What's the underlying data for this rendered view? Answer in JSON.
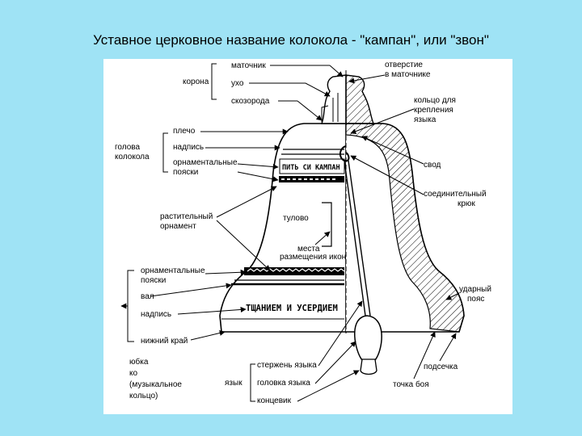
{
  "title": "Уставное церковное название колокола - \"кампан\", или \"звон\"",
  "labels": {
    "matochnik": "маточник",
    "uho": "ухо",
    "skozoroda": "скозорода",
    "korona": "корона",
    "otverstie_1": "отверстие",
    "otverstie_2": "в маточнике",
    "kolco_1": "кольцо для",
    "kolco_2": "крепления",
    "kolco_3": "языка",
    "plecho": "плечо",
    "nadpis_top": "надпись",
    "ornament_top_1": "орнаментальные",
    "ornament_top_2": "пояски",
    "golova_1": "голова",
    "golova_2": "колокола",
    "svod": "свод",
    "soedin_1": "соединительный",
    "soedin_2": "крюк",
    "rast_1": "растительный",
    "rast_2": "орнамент",
    "tulovo": "тулово",
    "mesta_1": "места",
    "mesta_2": "размещения икон",
    "ornament_bot_1": "орнаментальные",
    "ornament_bot_2": "пояски",
    "val": "вал",
    "nadpis_bot": "надпись",
    "nizhniy": "нижний край",
    "udarny_1": "ударный",
    "udarny_2": "пояс",
    "yubka_1": "юбка",
    "yubka_2": "ко",
    "yubka_3": "(музыкальное",
    "yubka_4": "кольцо)",
    "yazyk": "язык",
    "sterzhen": "стержень языка",
    "golovka": "головка языка",
    "koncevik": "концевик",
    "podsechka": "подсечка",
    "tochka": "точка боя"
  },
  "bell_text": {
    "top_inscription": "ПИТЬ СИ КАМПАН",
    "bottom_inscription": "ТЩАНИЕМ И УСЕРДИЕМ"
  }
}
